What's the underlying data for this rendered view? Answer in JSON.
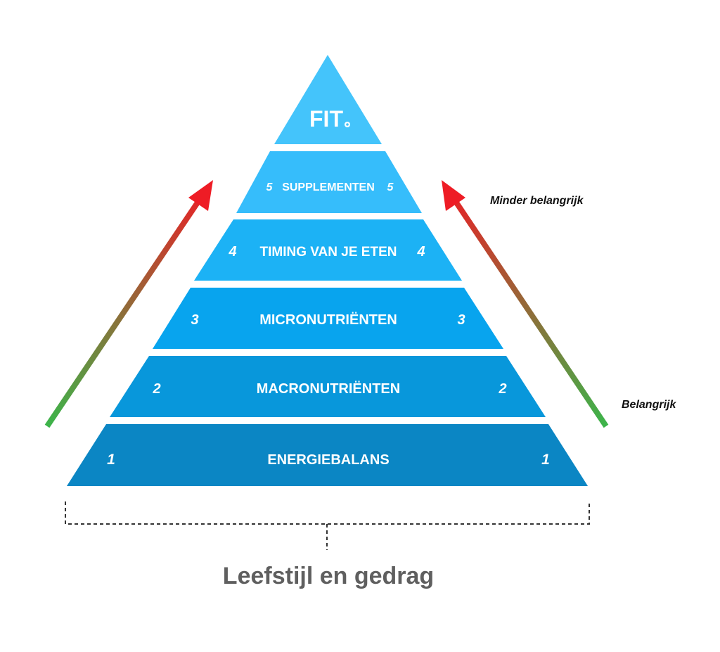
{
  "logo": {
    "text": "FIT",
    "color": "#ffffff"
  },
  "levels": [
    {
      "number": "5",
      "label": "SUPPLEMENTEN",
      "color": "#36bdfb"
    },
    {
      "number": "4",
      "label": "TIMING VAN JE ETEN",
      "color": "#1cb2f5"
    },
    {
      "number": "3",
      "label": "MICRONUTRIËNTEN",
      "color": "#08a4ee"
    },
    {
      "number": "2",
      "label": "MACRONUTRIËNTEN",
      "color": "#0897db"
    },
    {
      "number": "1",
      "label": "ENERGIEBALANS",
      "color": "#0b86c4"
    }
  ],
  "apex_color": "#44c4fb",
  "side_labels": {
    "top": "Minder belangrijk",
    "bottom": "Belangrijk"
  },
  "arrow_colors": {
    "start": "#3cb44a",
    "end": "#ee1c25"
  },
  "footer": {
    "label": "Leefstijl en gedrag"
  }
}
